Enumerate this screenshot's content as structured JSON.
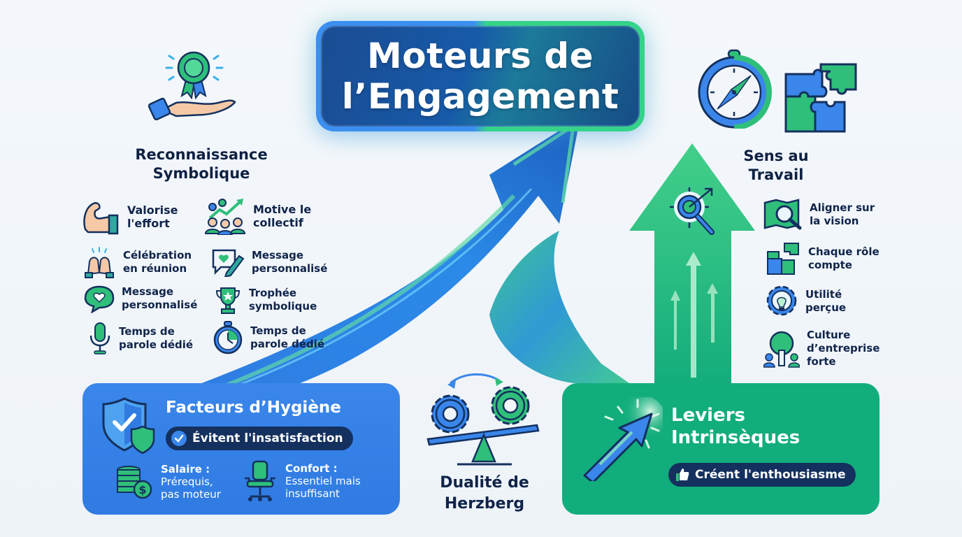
{
  "title": {
    "line1": "Moteurs de",
    "line2": "l’Engagement"
  },
  "recognition": {
    "heading_line1": "Reconnaissance",
    "heading_line2": "Symbolique",
    "icon": "hand-award-ribbon-icon",
    "items": [
      {
        "icon": "flexed-arm-icon",
        "line1": "Valorise",
        "line2": "l'effort"
      },
      {
        "icon": "team-growth-chart-icon",
        "line1": "Motive le",
        "line2": "collectif"
      },
      {
        "icon": "clapping-hands-icon",
        "line1": "Célébration",
        "line2": "en réunion"
      },
      {
        "icon": "message-pen-heart-icon",
        "line1": "Message",
        "line2": "personnalisé"
      },
      {
        "icon": "chat-heart-icon",
        "line1": "Message",
        "line2": "personnalisé"
      },
      {
        "icon": "trophy-star-icon",
        "line1": "Trophée",
        "line2": "symbolique"
      },
      {
        "icon": "microphone-icon",
        "line1": "Temps de",
        "line2": "parole dédié"
      },
      {
        "icon": "stopwatch-icon",
        "line1": "Temps de",
        "line2": "parole dédié"
      }
    ]
  },
  "meaning": {
    "heading_line1": "Sens au",
    "heading_line2": "Travail",
    "icons": [
      "compass-icon",
      "puzzle-icon"
    ],
    "arrow_icon": "target-magnifier-icon",
    "items": [
      {
        "icon": "map-magnifier-icon",
        "line1": "Aligner sur",
        "line2": "la vision",
        "line3": ""
      },
      {
        "icon": "puzzle-pieces-icon",
        "line1": "Chaque rôle",
        "line2": "compte",
        "line3": ""
      },
      {
        "icon": "lightbulb-gear-icon",
        "line1": "Utilité",
        "line2": "perçue",
        "line3": ""
      },
      {
        "icon": "tree-people-icon",
        "line1": "Culture",
        "line2": "d’entreprise",
        "line3": "forte"
      }
    ]
  },
  "hygiene": {
    "title": "Facteurs d’Hygiène",
    "badge": "Évitent l'insatisfaction",
    "items": [
      {
        "icon": "coins-dollar-icon",
        "line1": "Salaire :",
        "line2": "Prérequis,",
        "line3": "pas moteur"
      },
      {
        "icon": "office-chair-icon",
        "line1": "Confort :",
        "line2": "Essentiel mais",
        "line3": "insuffisant"
      }
    ]
  },
  "duality": {
    "line1": "Dualité de",
    "line2": "Herzberg",
    "icon": "gears-seesaw-icon"
  },
  "intrinsic": {
    "title_line1": "Leviers",
    "title_line2": "Intrinsèques",
    "badge": "Créent l'enthousiasme",
    "badge_icon": "thumbs-up-icon",
    "icon": "glowing-arrow-icon"
  },
  "colors": {
    "blue": "#3a86ea",
    "green": "#12ad7c",
    "navy": "#14305e",
    "text": "#10244a",
    "background": "#f2f6fa"
  }
}
